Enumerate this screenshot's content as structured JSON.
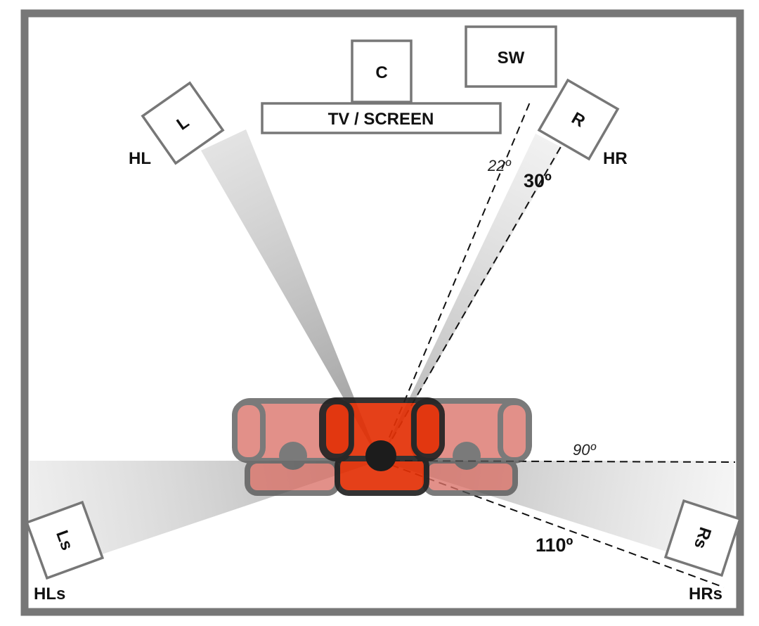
{
  "speakers": {
    "center": "C",
    "subwoofer": "SW",
    "front_left": "L",
    "front_right": "R",
    "surround_left": "Ls",
    "surround_right": "Rs"
  },
  "screen_label": "TV / SCREEN",
  "height_labels": {
    "front_left": "HL",
    "front_right": "HR",
    "surround_left": "HLs",
    "surround_right": "HRs"
  },
  "angles": {
    "front_min": "22º",
    "front_max": "30º",
    "side": "90º",
    "surround": "110º"
  },
  "colors": {
    "room_border": "#777777",
    "sofa_side": "#db7268",
    "sofa_center": "#e33006",
    "listener": "#1c1c1c"
  }
}
